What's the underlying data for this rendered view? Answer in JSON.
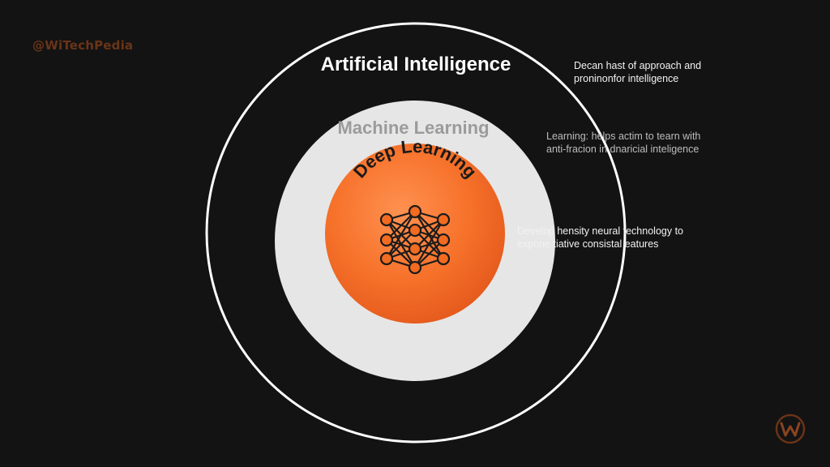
{
  "watermark": "@WiTechPedia",
  "layers": {
    "outer": {
      "title": "Artificial Intelligence",
      "description": [
        "Decan hast of approach and",
        "proninonfor intelligence"
      ],
      "color": "#ffffff"
    },
    "middle": {
      "title": "Machine Learning",
      "description": [
        "Learning:    helps actim to tearn with",
        "anti-fracion    in dnaricial inteligence"
      ],
      "color": "#e6e6e6"
    },
    "inner": {
      "title": "Deep Learning",
      "description": [
        "Develop  hensity neural technology to",
        "expone  tiative consistal eatures"
      ],
      "color": "#f26b21"
    }
  },
  "icons": {
    "center": "neural-network-icon",
    "corner": "witechpedia-logo-icon"
  },
  "colors": {
    "background": "#131313",
    "accent": "#f26b21",
    "ring": "#ffffff",
    "watermark": "#7a3a1a"
  }
}
